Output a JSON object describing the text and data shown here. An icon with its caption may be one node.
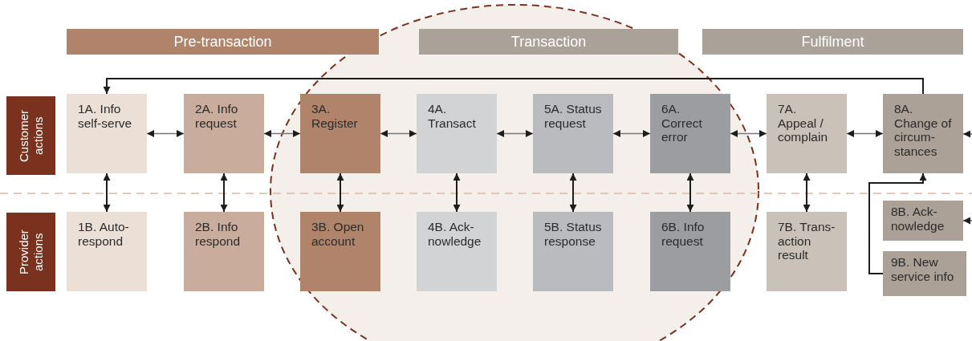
{
  "diagram": {
    "nodes": [
      {
        "text": [
          "Pre-transaction"
        ]
      },
      {
        "text": [
          "Transaction"
        ]
      },
      {
        "text": [
          "Fulfilment"
        ]
      },
      {
        "text": [
          "Customer actions"
        ]
      },
      {
        "text": [
          "Provider actions"
        ]
      },
      {
        "text": [
          "1A. Info self-serve"
        ]
      },
      {
        "text": [
          "2A. Info request"
        ]
      },
      {
        "text": [
          "3A. Register"
        ]
      },
      {
        "text": [
          "4A. Transact"
        ]
      },
      {
        "text": [
          "5A. Status request"
        ]
      },
      {
        "text": [
          "6A. Correct error"
        ]
      },
      {
        "text": [
          "7A. Appeal / complain"
        ]
      },
      {
        "text": [
          "8A. Change of circum-stances"
        ]
      },
      {
        "text": [
          "1B. Auto-respond"
        ]
      },
      {
        "text": [
          "2B. Info respond"
        ]
      },
      {
        "text": [
          "3B. Open account"
        ]
      },
      {
        "text": [
          "4B. Ack-nowledge"
        ]
      },
      {
        "text": [
          "5B. Status response"
        ]
      },
      {
        "text": [
          "6B. Info request"
        ]
      },
      {
        "text": [
          "7B. Trans-action result"
        ]
      },
      {
        "text": [
          "8B. Ack-nowledge"
        ]
      },
      {
        "text": [
          "9B. New service info"
        ]
      }
    ],
    "edges": [
      {
        "from": 5,
        "to": 6,
        "arrow": "both"
      },
      {
        "from": 6,
        "to": 7,
        "arrow": "both"
      },
      {
        "from": 7,
        "to": 8,
        "arrow": "both"
      },
      {
        "from": 8,
        "to": 9,
        "arrow": "both"
      },
      {
        "from": 9,
        "to": 10,
        "arrow": "both"
      },
      {
        "from": 10,
        "to": 11,
        "arrow": "both"
      },
      {
        "from": 11,
        "to": 12,
        "arrow": "both"
      },
      {
        "from": 5,
        "to": 13,
        "arrow": "both"
      },
      {
        "from": 6,
        "to": 14,
        "arrow": "both"
      },
      {
        "from": 7,
        "to": 15,
        "arrow": "both"
      },
      {
        "from": 8,
        "to": 16,
        "arrow": "both"
      },
      {
        "from": 9,
        "to": 17,
        "arrow": "both"
      },
      {
        "from": 10,
        "to": 18,
        "arrow": "both"
      },
      {
        "from": 11,
        "to": 19,
        "arrow": "both"
      },
      {
        "from": 12,
        "to": 5,
        "arrow": "to"
      },
      {
        "from": 21,
        "to": 12,
        "arrow": "to"
      },
      {
        "from": null,
        "to": 12,
        "arrow": "to"
      },
      {
        "from": null,
        "to": 20,
        "arrow": "to"
      }
    ]
  }
}
